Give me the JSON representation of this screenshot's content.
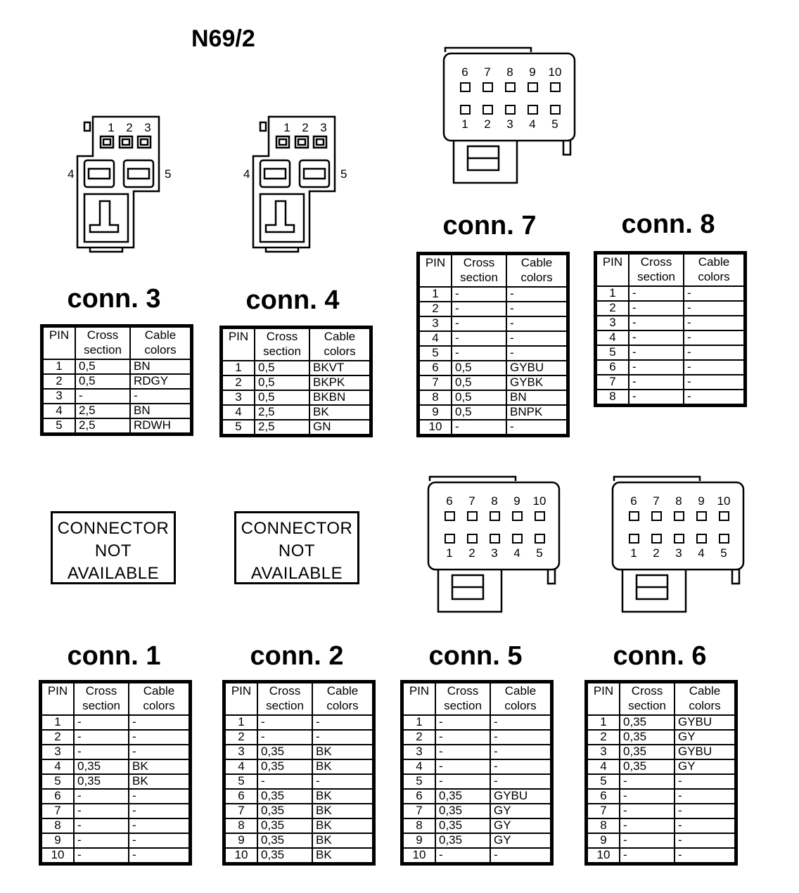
{
  "page_title": "N69/2",
  "headers": {
    "pin": "PIN",
    "cross_1": "Cross",
    "cross_2": "section",
    "cable_1": "Cable",
    "cable_2": "colors"
  },
  "not_available": [
    "CONNECTOR",
    "NOT",
    "AVAILABLE"
  ],
  "small_connector_labels": {
    "top": [
      "1",
      "2",
      "3"
    ],
    "left": "4",
    "right": "5"
  },
  "large_connector_labels": {
    "top": [
      "6",
      "7",
      "8",
      "9",
      "10"
    ],
    "bottom": [
      "1",
      "2",
      "3",
      "4",
      "5"
    ]
  },
  "connectors": {
    "conn3": {
      "title": "conn. 3",
      "rows": [
        [
          "1",
          "0,5",
          "BN"
        ],
        [
          "2",
          "0,5",
          "RDGY"
        ],
        [
          "3",
          "-",
          "-"
        ],
        [
          "4",
          "2,5",
          "BN"
        ],
        [
          "5",
          "2,5",
          "RDWH"
        ]
      ]
    },
    "conn4": {
      "title": "conn. 4",
      "rows": [
        [
          "1",
          "0,5",
          "BKVT"
        ],
        [
          "2",
          "0,5",
          "BKPK"
        ],
        [
          "3",
          "0,5",
          "BKBN"
        ],
        [
          "4",
          "2,5",
          "BK"
        ],
        [
          "5",
          "2,5",
          "GN"
        ]
      ]
    },
    "conn7": {
      "title": "conn. 7",
      "rows": [
        [
          "1",
          "-",
          "-"
        ],
        [
          "2",
          "-",
          "-"
        ],
        [
          "3",
          "-",
          "-"
        ],
        [
          "4",
          "-",
          "-"
        ],
        [
          "5",
          "-",
          "-"
        ],
        [
          "6",
          "0,5",
          "GYBU"
        ],
        [
          "7",
          "0,5",
          "GYBK"
        ],
        [
          "8",
          "0,5",
          "BN"
        ],
        [
          "9",
          "0,5",
          "BNPK"
        ],
        [
          "10",
          "-",
          "-"
        ]
      ]
    },
    "conn8": {
      "title": "conn. 8",
      "rows": [
        [
          "1",
          "-",
          "-"
        ],
        [
          "2",
          "-",
          "-"
        ],
        [
          "3",
          "-",
          "-"
        ],
        [
          "4",
          "-",
          "-"
        ],
        [
          "5",
          "-",
          "-"
        ],
        [
          "6",
          "-",
          "-"
        ],
        [
          "7",
          "-",
          "-"
        ],
        [
          "8",
          "-",
          "-"
        ]
      ]
    },
    "conn1": {
      "title": "conn. 1",
      "rows": [
        [
          "1",
          "-",
          "-"
        ],
        [
          "2",
          "-",
          "-"
        ],
        [
          "3",
          "-",
          "-"
        ],
        [
          "4",
          "0,35",
          "BK"
        ],
        [
          "5",
          "0,35",
          "BK"
        ],
        [
          "6",
          "-",
          "-"
        ],
        [
          "7",
          "-",
          "-"
        ],
        [
          "8",
          "-",
          "-"
        ],
        [
          "9",
          "-",
          "-"
        ],
        [
          "10",
          "-",
          "-"
        ]
      ]
    },
    "conn2": {
      "title": "conn. 2",
      "rows": [
        [
          "1",
          "-",
          "-"
        ],
        [
          "2",
          "-",
          "-"
        ],
        [
          "3",
          "0,35",
          "BK"
        ],
        [
          "4",
          "0,35",
          "BK"
        ],
        [
          "5",
          "-",
          "-"
        ],
        [
          "6",
          "0,35",
          "BK"
        ],
        [
          "7",
          "0,35",
          "BK"
        ],
        [
          "8",
          "0,35",
          "BK"
        ],
        [
          "9",
          "0,35",
          "BK"
        ],
        [
          "10",
          "0,35",
          "BK"
        ]
      ]
    },
    "conn5": {
      "title": "conn. 5",
      "rows": [
        [
          "1",
          "-",
          "-"
        ],
        [
          "2",
          "-",
          "-"
        ],
        [
          "3",
          "-",
          "-"
        ],
        [
          "4",
          "-",
          "-"
        ],
        [
          "5",
          "-",
          "-"
        ],
        [
          "6",
          "0,35",
          "GYBU"
        ],
        [
          "7",
          "0,35",
          "GY"
        ],
        [
          "8",
          "0,35",
          "GY"
        ],
        [
          "9",
          "0,35",
          "GY"
        ],
        [
          "10",
          "-",
          "-"
        ]
      ]
    },
    "conn6": {
      "title": "conn. 6",
      "rows": [
        [
          "1",
          "0,35",
          "GYBU"
        ],
        [
          "2",
          "0,35",
          "GY"
        ],
        [
          "3",
          "0,35",
          "GYBU"
        ],
        [
          "4",
          "0,35",
          "GY"
        ],
        [
          "5",
          "-",
          "-"
        ],
        [
          "6",
          "-",
          "-"
        ],
        [
          "7",
          "-",
          "-"
        ],
        [
          "8",
          "-",
          "-"
        ],
        [
          "9",
          "-",
          "-"
        ],
        [
          "10",
          "-",
          "-"
        ]
      ]
    }
  }
}
